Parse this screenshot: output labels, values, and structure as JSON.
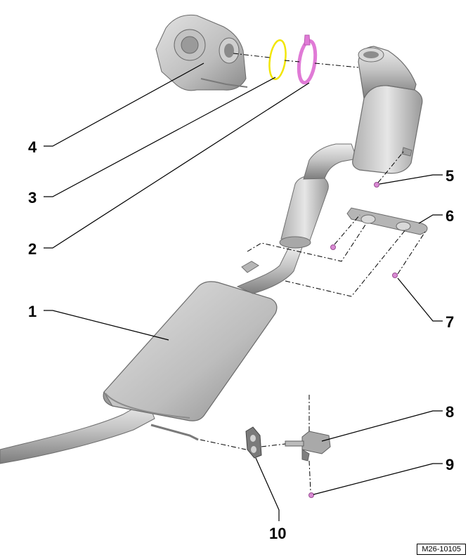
{
  "callouts": [
    {
      "id": "4",
      "label": "4"
    },
    {
      "id": "3",
      "label": "3"
    },
    {
      "id": "2",
      "label": "2"
    },
    {
      "id": "1",
      "label": "1"
    },
    {
      "id": "5",
      "label": "5"
    },
    {
      "id": "6",
      "label": "6"
    },
    {
      "id": "7",
      "label": "7"
    },
    {
      "id": "8",
      "label": "8"
    },
    {
      "id": "9",
      "label": "9"
    },
    {
      "id": "10",
      "label": "10"
    }
  ],
  "reference_code": "M26-10105",
  "colors": {
    "metal": "#c8c8c8",
    "metal_dark": "#8c8c8c",
    "gasket_ring": "#f2e600",
    "clamp": "#e07ad6",
    "fastener": "#d98ad3"
  }
}
